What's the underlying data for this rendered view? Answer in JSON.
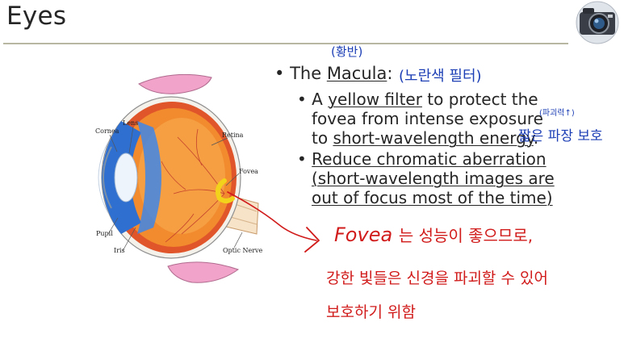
{
  "slide": {
    "title": "Eyes"
  },
  "bullets": {
    "main_prefix": "The",
    "main_term": "Macula",
    "main_colon": ":",
    "sub1": {
      "line1_a": "A",
      "line1_term": "yellow filter",
      "line1_b": "to protect the",
      "line2": "fovea from intense exposure",
      "line3_a": "to",
      "line3_term": "short-wavelength energy",
      "line3_b": "."
    },
    "sub2": {
      "line1": "Reduce chromatic aberration",
      "line2": "(short-wavelength images are",
      "line3": "out of focus most of the time)"
    }
  },
  "diagram_labels": {
    "cornea": "Cornea",
    "lens": "Lens",
    "retina": "Retina",
    "fovea": "Fovea",
    "pupil": "Pupil",
    "iris": "Iris",
    "optic_nerve": "Optic Nerve"
  },
  "handwriting": {
    "macula_korean": "(황반)",
    "yellow_filter_korean": "(노란색 필터)",
    "destructive_power": "(파괴력↑)",
    "short_wavelength_block": "짧은 파장 보호",
    "fovea_line1_word": "Fovea",
    "fovea_line1_rest": "는  성능이 좋으므로,",
    "fovea_line2": "강한 빛들은  신경을 파괴할 수 있어",
    "fovea_line3": "보호하기 위함"
  },
  "colors": {
    "text": "#262626",
    "title_rule": "#b7b7a2",
    "handwriting_blue": "#1d3fb5",
    "handwriting_red": "#d11b1b",
    "macula_yellow": "#f2d21b"
  }
}
